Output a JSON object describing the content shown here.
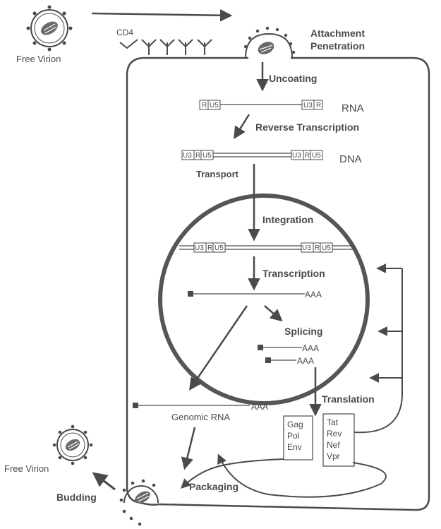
{
  "labels": {
    "free_virion_top": "Free Virion",
    "cd4": "CD4",
    "attachment": "Attachment",
    "penetration": "Penetration",
    "uncoating": "Uncoating",
    "rna_label": "RNA",
    "reverse_transcription": "Reverse Transcription",
    "dna_label": "DNA",
    "transport": "Transport",
    "integration": "Integration",
    "transcription": "Transcription",
    "splicing": "Splicing",
    "translation": "Translation",
    "genomic_rna": "Genomic RNA",
    "packaging": "Packaging",
    "budding": "Budding",
    "free_virion_bottom": "Free Virion"
  },
  "ltr": {
    "r": "R",
    "u5": "U5",
    "u3": "U3"
  },
  "polya": "AAA",
  "proteins_structural": [
    "Gag",
    "Pol",
    "Env"
  ],
  "proteins_regulatory": [
    "Tat",
    "Rev",
    "Nef",
    "Vpr"
  ],
  "colors": {
    "line": "#4a4a4a",
    "nucleus": "#555555"
  }
}
